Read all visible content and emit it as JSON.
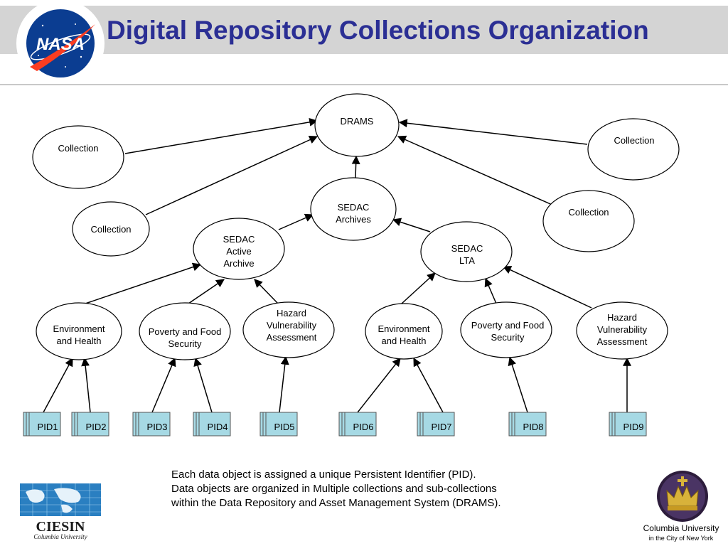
{
  "header": {
    "title": "Digital Repository Collections Organization"
  },
  "nodes": {
    "drams": "DRAMS",
    "collection_1": "Collection",
    "collection_2": "Collection",
    "collection_3": "Collection",
    "collection_4": "Collection",
    "sedac_archives": "SEDAC\nArchives",
    "sedac_active": "SEDAC\nActive\nArchive",
    "sedac_lta": "SEDAC\nLTA",
    "env_health_1": "Environment\nand Health",
    "poverty_1": "Poverty and Food\nSecurity",
    "hazard_1": "Hazard\nVulnerability\nAssessment",
    "env_health_2": "Environment\nand Health",
    "poverty_2": "Poverty and Food\nSecurity",
    "hazard_2": "Hazard\nVulnerability\nAssessment"
  },
  "pids": [
    "PID1",
    "PID2",
    "PID3",
    "PID4",
    "PID5",
    "PID6",
    "PID7",
    "PID8",
    "PID9"
  ],
  "caption": {
    "line1": "Each data object is assigned a unique Persistent Identifier (PID).",
    "line2": "Data objects are  organized in Multiple collections and sub-collections",
    "line3": "within the Data Repository and Asset Management System (DRAMS)."
  },
  "logos": {
    "nasa": "NASA",
    "ciesin": "CIESIN",
    "ciesin_sub": "Columbia University",
    "columbia_name": "Columbia University",
    "columbia_sub": "in the City of New York"
  },
  "colors": {
    "title": "#2b2f94",
    "pid_box": "#a6d9e4",
    "nasa_blue": "#0b3d91",
    "nasa_red": "#fc3d21"
  }
}
